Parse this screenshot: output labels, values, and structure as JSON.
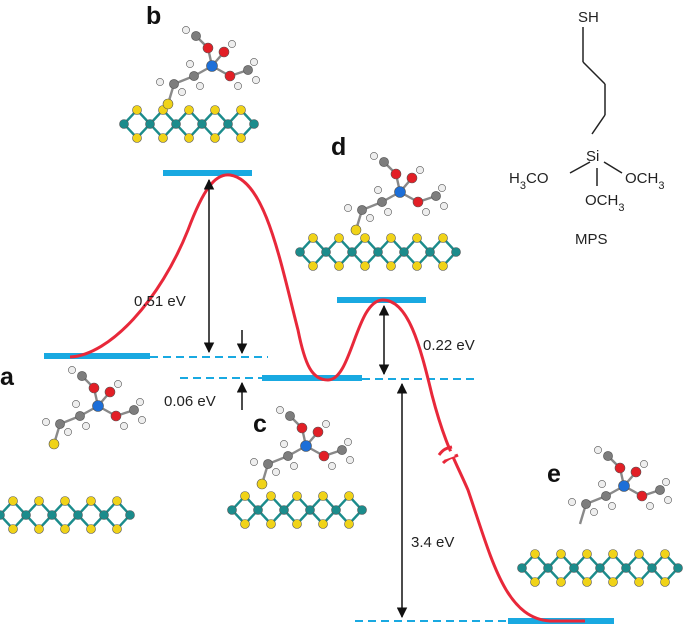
{
  "panels": {
    "a": "a",
    "b": "b",
    "c": "c",
    "d": "d",
    "e": "e"
  },
  "energies": {
    "barrier_1": "0.51 eV",
    "gap_1": "0.06 eV",
    "barrier_2": "0.22 eV",
    "release": "3.4 eV"
  },
  "structure": {
    "sh": "SH",
    "si": "Si",
    "left_methoxy": "H3CO",
    "right_methoxy": "OCH3",
    "bottom_methoxy": "OCH3",
    "name": "MPS"
  },
  "colors": {
    "curve": "#e8283a",
    "level": "#19a9e1",
    "mo": "#1b8c8c",
    "s": "#f0d318",
    "c": "#7d7d7d",
    "h": "#eeeeee",
    "o": "#e21f26",
    "si": "#1d6fd8"
  }
}
